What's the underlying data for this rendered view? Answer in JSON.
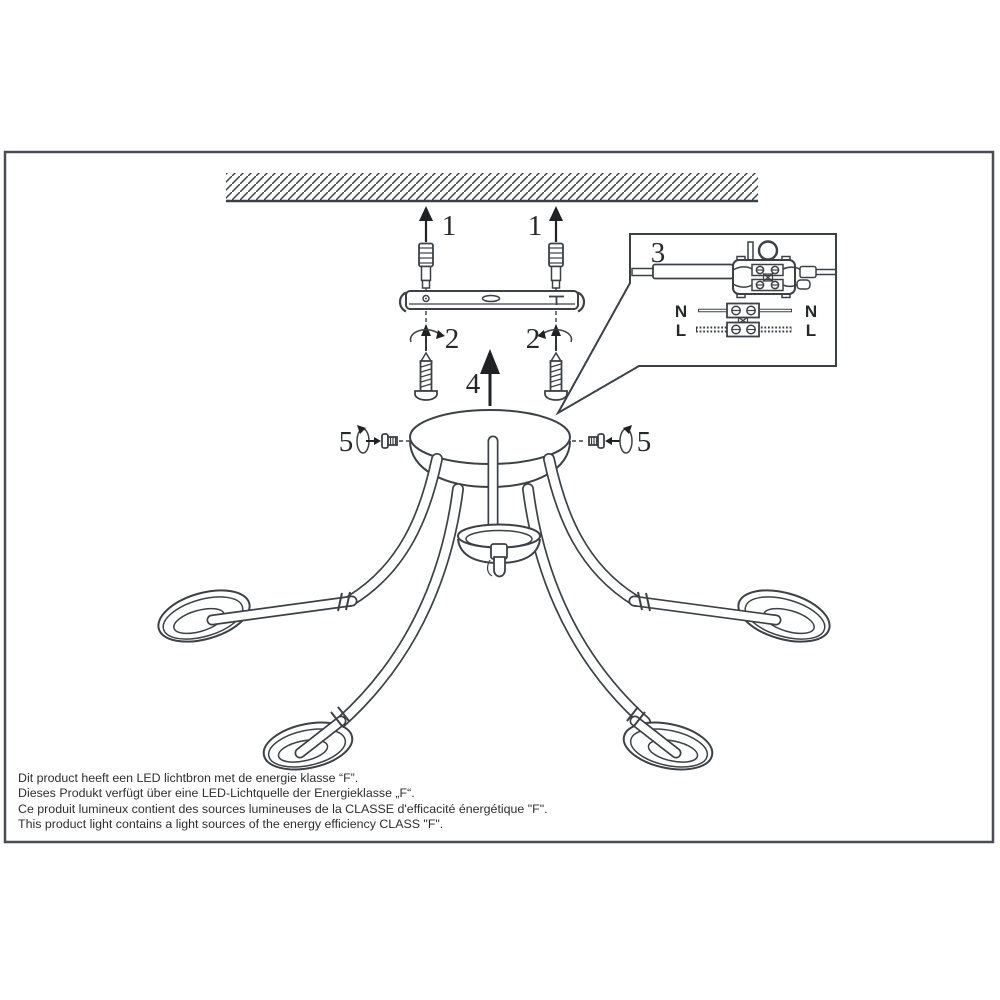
{
  "steps": {
    "one": "1",
    "two": "2",
    "three": "3",
    "four": "4",
    "five": "5"
  },
  "wiring": {
    "neutral": "N",
    "live": "L"
  },
  "notes": {
    "nl": "Dit product heeft een LED lichtbron met de energie klasse “F”.",
    "de": "Dieses Produkt verfügt über eine LED-Lichtquelle der Energieklasse „F“.",
    "fr": "Ce produit lumineux contient des sources lumineuses de la CLASSE d'efficacité énergétique \"F\".",
    "en": "This product light contains a light sources of the energy efficiency CLASS \"F\"."
  },
  "colors": {
    "line": "#3d4145",
    "arrow": "#1f2123",
    "text": "#2e2e2e"
  }
}
